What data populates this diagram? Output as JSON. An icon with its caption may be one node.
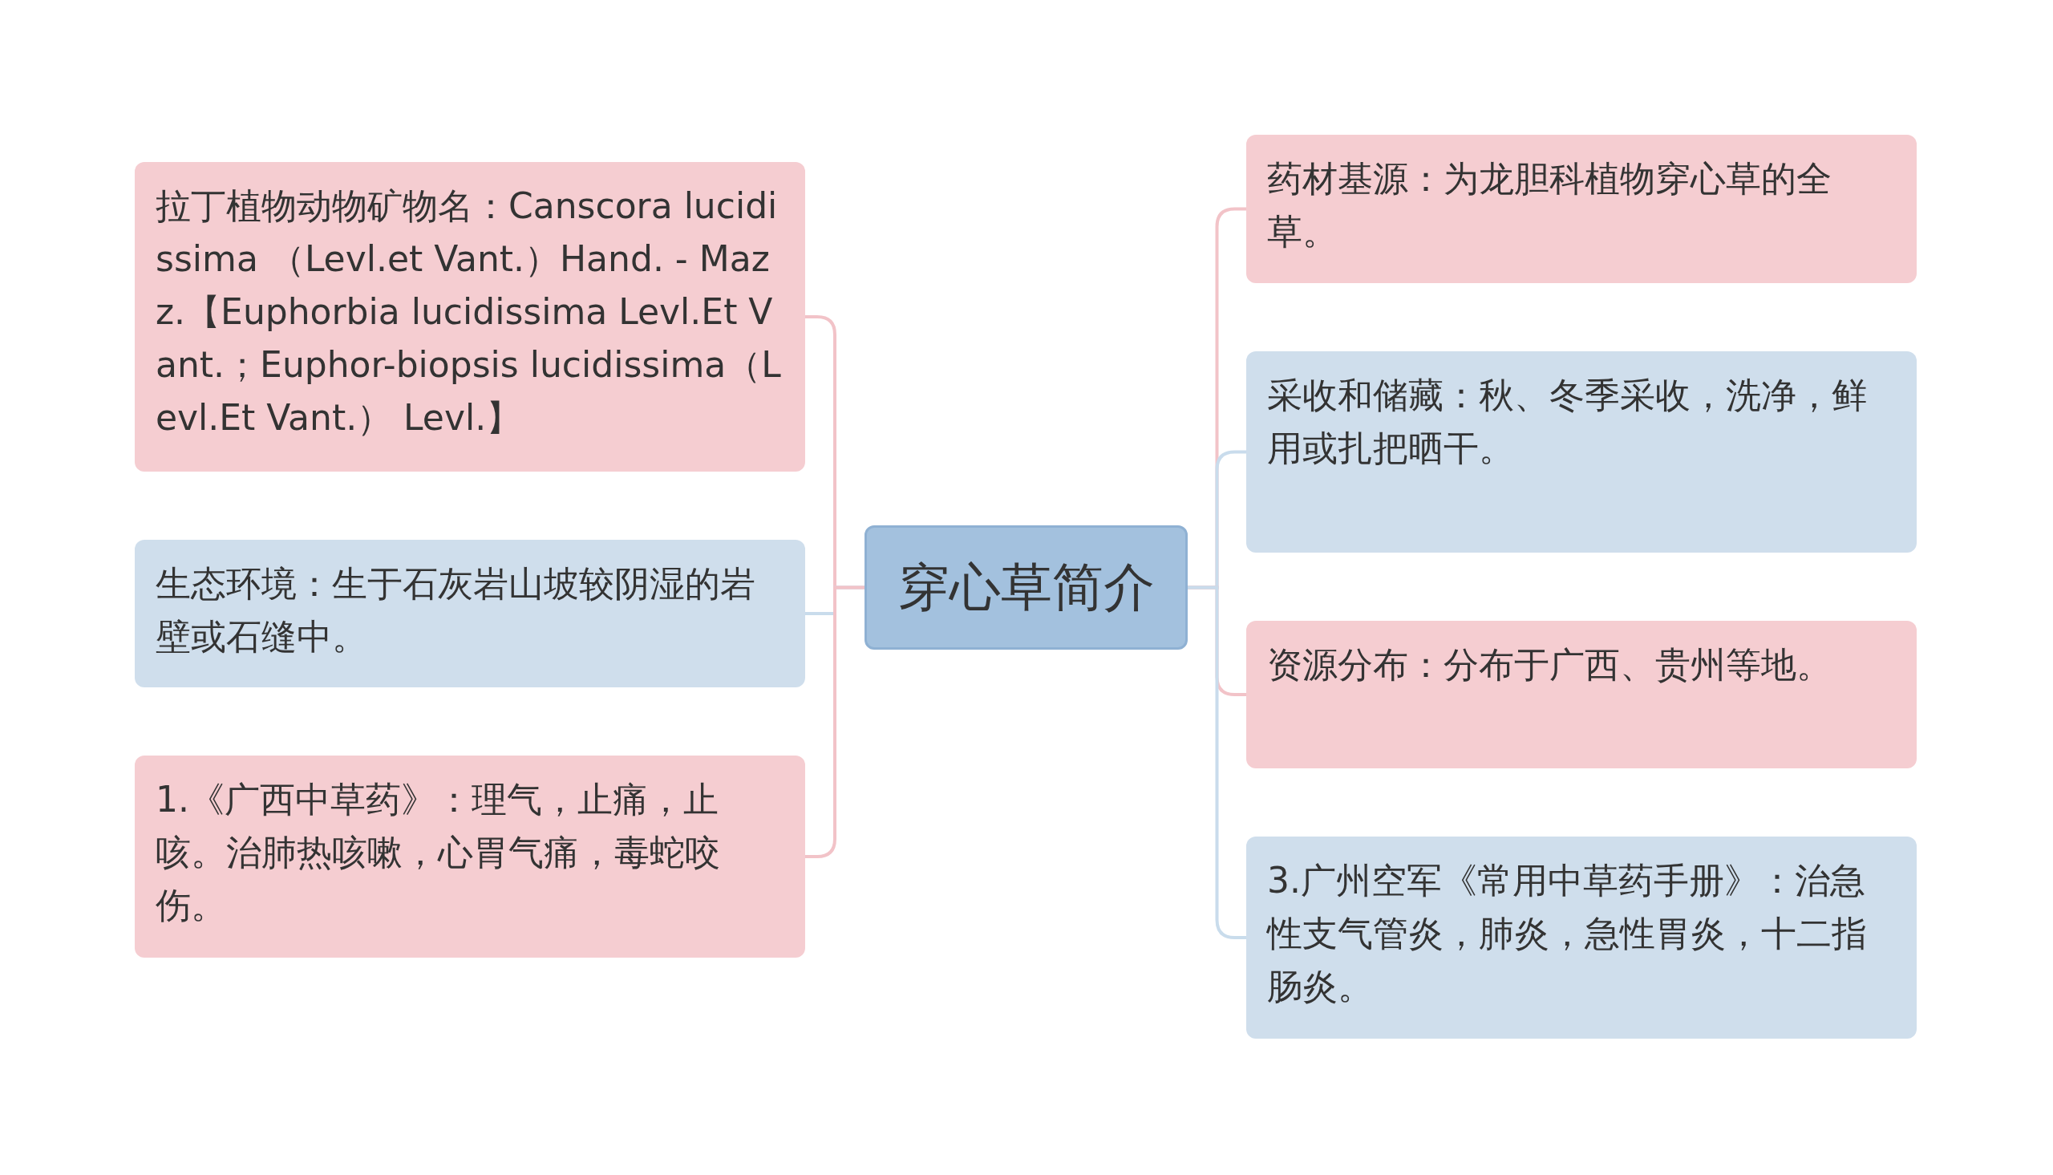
{
  "diagram": {
    "nodes": [
      {
        "text": [
          "穿心草简介"
        ]
      },
      {
        "text": [
          "拉丁植物动物矿物名：Canscora lucidissima （Levl.et Vant.）Hand. - Mazz.【Euphorbia lucidissima Levl.Et Vant.；Euphor-biopsis lucidissima（Levl.Et Vant.） Levl.】"
        ]
      },
      {
        "text": [
          "生态环境：生于石灰岩山坡较阴湿的岩壁或石缝中。"
        ]
      },
      {
        "text": [
          "1.《广西中草药》：理气，止痛，止咳。治肺热咳嗽，心胃气痛，毒蛇咬伤。"
        ]
      },
      {
        "text": [
          "药材基源：为龙胆科植物穿心草的全草。"
        ]
      },
      {
        "text": [
          "采收和储藏：秋、冬季采收，洗净，鲜用或扎把晒干。"
        ]
      },
      {
        "text": [
          "资源分布：分布于广西、贵州等地。"
        ]
      },
      {
        "text": [
          "3.广州空军《常用中草药手册》：治急性支气管炎，肺炎，急性胃炎，十二指肠炎。"
        ]
      }
    ],
    "edges": [
      {
        "from": 0,
        "to": 1,
        "arrow": "none"
      },
      {
        "from": 0,
        "to": 2,
        "arrow": "none",
        "color": "#c9dcec"
      },
      {
        "from": 0,
        "to": 3,
        "arrow": "none"
      },
      {
        "from": 0,
        "to": 4,
        "arrow": "none"
      },
      {
        "from": 0,
        "to": 5,
        "arrow": "none",
        "color": "#c9dcec"
      },
      {
        "from": 0,
        "to": 6,
        "arrow": "none"
      },
      {
        "from": 0,
        "to": 7,
        "arrow": "none",
        "color": "#c9dcec"
      }
    ]
  }
}
